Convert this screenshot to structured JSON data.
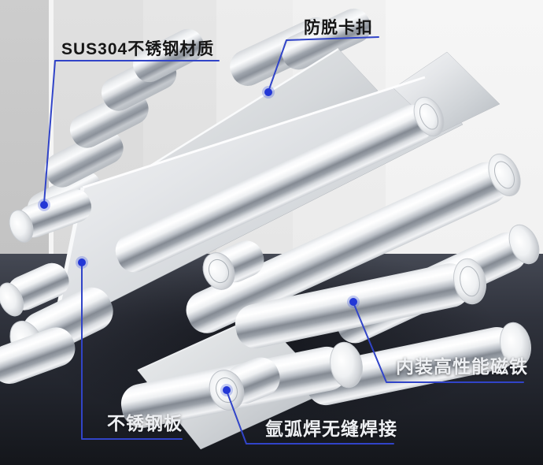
{
  "accent": {
    "leader_line_color": "#3144c8",
    "dot_color": "#2337d6",
    "dot_glow_color": "#3a52e0",
    "label_dark_color": "#161616",
    "label_light_color": "#eef0f3"
  },
  "background": {
    "light_panel_color": "#e6e6e6",
    "dark_surface_top": "#454954",
    "dark_surface_bottom": "#14161b"
  },
  "annotations": [
    {
      "id": "material",
      "label": "SUS304不锈钢材质",
      "theme": "dark-on-light"
    },
    {
      "id": "clip",
      "label": "防脱卡扣",
      "theme": "dark-on-light"
    },
    {
      "id": "magnet",
      "label": "内装高性能磁铁",
      "theme": "light-on-dark"
    },
    {
      "id": "plate",
      "label": "不锈钢板",
      "theme": "light-on-dark"
    },
    {
      "id": "weld",
      "label": "氩弧焊无缝焊接",
      "theme": "light-on-dark"
    }
  ]
}
